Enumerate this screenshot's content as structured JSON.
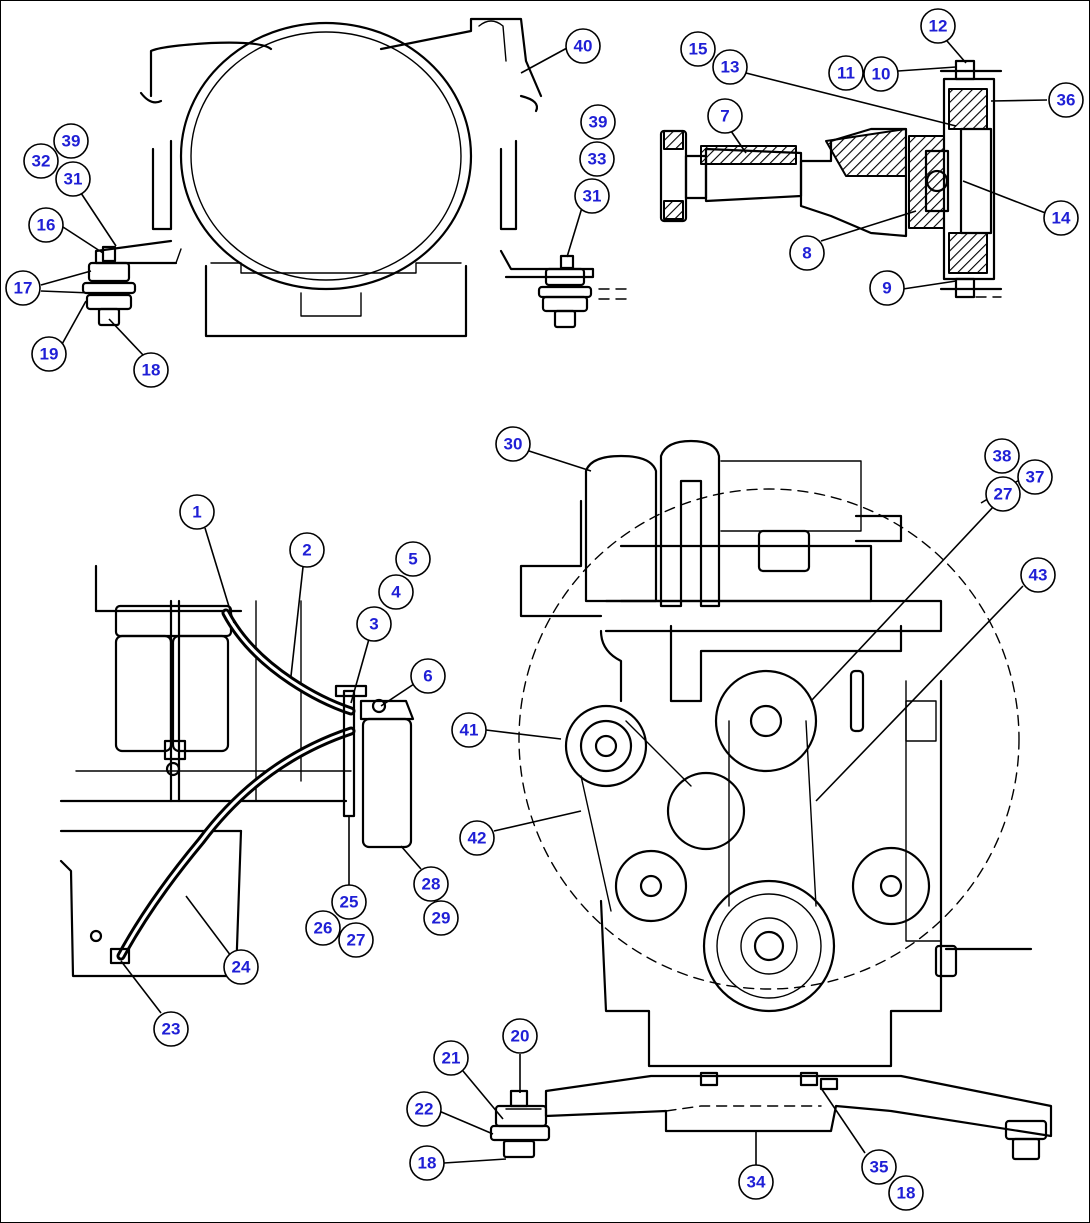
{
  "colors": {
    "callout_text": "#1f1fd6",
    "line": "#000000",
    "background": "#ffffff"
  },
  "callouts": [
    {
      "label": "40"
    },
    {
      "label": "39"
    },
    {
      "label": "32"
    },
    {
      "label": "31"
    },
    {
      "label": "16"
    },
    {
      "label": "17"
    },
    {
      "label": "19"
    },
    {
      "label": "18"
    },
    {
      "label": "39"
    },
    {
      "label": "33"
    },
    {
      "label": "31"
    },
    {
      "label": "15"
    },
    {
      "label": "13"
    },
    {
      "label": "11"
    },
    {
      "label": "10"
    },
    {
      "label": "12"
    },
    {
      "label": "36"
    },
    {
      "label": "7"
    },
    {
      "label": "14"
    },
    {
      "label": "8"
    },
    {
      "label": "9"
    },
    {
      "label": "30"
    },
    {
      "label": "38"
    },
    {
      "label": "37"
    },
    {
      "label": "27"
    },
    {
      "label": "43"
    },
    {
      "label": "1"
    },
    {
      "label": "2"
    },
    {
      "label": "5"
    },
    {
      "label": "4"
    },
    {
      "label": "3"
    },
    {
      "label": "6"
    },
    {
      "label": "41"
    },
    {
      "label": "42"
    },
    {
      "label": "28"
    },
    {
      "label": "29"
    },
    {
      "label": "25"
    },
    {
      "label": "26"
    },
    {
      "label": "27"
    },
    {
      "label": "24"
    },
    {
      "label": "23"
    },
    {
      "label": "20"
    },
    {
      "label": "21"
    },
    {
      "label": "22"
    },
    {
      "label": "18"
    },
    {
      "label": "34"
    },
    {
      "label": "35"
    },
    {
      "label": "18"
    }
  ]
}
